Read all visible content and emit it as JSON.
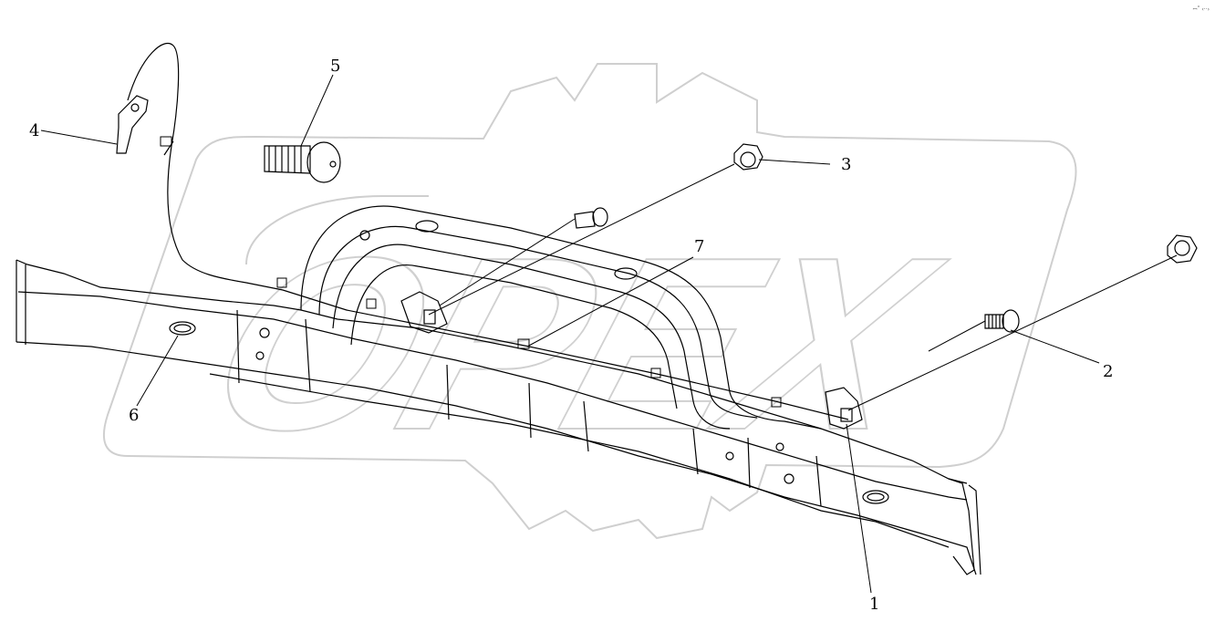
{
  "watermark": {
    "text": "OPEX",
    "color": "#d0d0d0"
  },
  "callouts": {
    "c1": "1",
    "c2": "2",
    "c3": "3",
    "c4": "4",
    "c5": "5",
    "c6": "6",
    "c7": "7"
  },
  "corner_mark": "ꟷ˚ ‹··›",
  "colors": {
    "line": "#000000",
    "background": "#ffffff"
  }
}
